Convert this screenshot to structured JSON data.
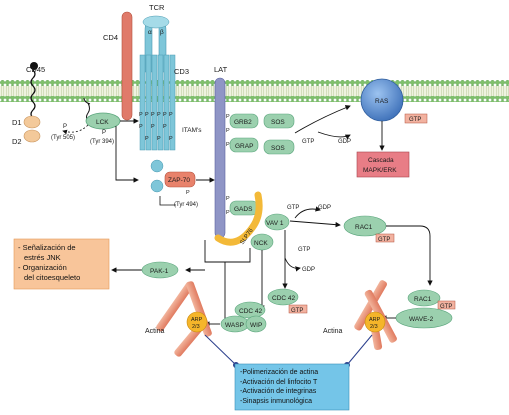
{
  "labels": {
    "cd45": "CD45",
    "cd4": "CD4",
    "tcr": "TCR",
    "alpha": "α",
    "beta": "β",
    "cd3": "CD3",
    "lat": "LAT",
    "d1": "D1",
    "d2": "D2",
    "lck": "LCK",
    "tyr505": "(Tyr 505)",
    "tyr394": "(Tyr 394)",
    "itams": "ITAM's",
    "zap70": "ZAP-70",
    "tyr494": "(Tyr 494)",
    "grb2": "GRB2",
    "grap": "GRAP",
    "sos1": "SOS",
    "sos2": "SOS",
    "ras": "RAS",
    "gtp_ras": "GTP",
    "gtp_arrow": "GTP",
    "gdp_arrow": "GDP",
    "cascade_l1": "Cascada",
    "cascade_l2": "MAPK/ERK",
    "gads": "GADS",
    "slp76": "SLP76",
    "vav1": "VAV 1",
    "nck": "NCK",
    "gtp_vav": "GTP",
    "gdp_vav": "GDP",
    "rac1_top": "RAC1",
    "gtp_rac1": "GTP",
    "gtp_cdc": "GTP",
    "gdp_cdc": "GDP",
    "cdc42_free": "CDC 42",
    "gtp_cdc42": "GTP",
    "cdc42_bound": "CDC 42",
    "wasp": "WASP",
    "wip": "WIP",
    "arp_l": "ARP\n2/3",
    "actina_l": "Actina",
    "rac1_low": "RAC1",
    "gtp_rac1_low": "GTP",
    "wave2": "WAVE-2",
    "arp_r": "ARP\n2/3",
    "actina_r": "Actina",
    "pak1": "PAK-1",
    "p": "P",
    "p_small": "P"
  },
  "left_box": {
    "line1": "- Señalización de",
    "line2": "estrés JNK",
    "line3": "- Organización",
    "line4": "del citoesqueleto"
  },
  "bottom_box": {
    "line1": "-Polimerización de actina",
    "line2": "-Activación del linfocito T",
    "line3": "-Activación de integrinas",
    "line4": "-Sinapsis inmunológica"
  },
  "colors": {
    "membrane_head": "#7fc06c",
    "membrane_tail": "#e9f0d8",
    "protein_green": "#9bd0ae",
    "protein_green_dark": "#5aa57c",
    "cd4": "#e07a6a",
    "tcr": "#7ec6d9",
    "lat": "#8f95c6",
    "zap70": "#e8826b",
    "ras": "#5b8fd0",
    "gtp": "#f2b2a0",
    "cascade": "#e87d86",
    "slp76": "#f3b938",
    "orange_box": "#f8c59a",
    "blue_box": "#74c5e8",
    "actin": "#e4886b",
    "arp": "#f5b52a"
  }
}
